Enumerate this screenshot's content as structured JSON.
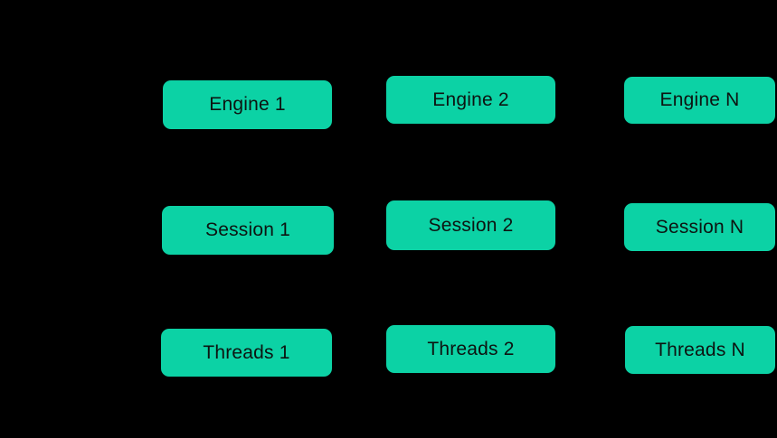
{
  "diagram": {
    "background_color": "#000000",
    "node_fill_color": "#0cd2a5",
    "node_text_color": "#0d1411",
    "rows": [
      "Engine",
      "Session",
      "Threads"
    ],
    "columns": [
      "1",
      "2",
      "N"
    ]
  },
  "boxes": [
    {
      "id": "engine-1",
      "label": "Engine 1"
    },
    {
      "id": "engine-2",
      "label": "Engine 2"
    },
    {
      "id": "engine-n",
      "label": "Engine N"
    },
    {
      "id": "session-1",
      "label": "Session 1"
    },
    {
      "id": "session-2",
      "label": "Session 2"
    },
    {
      "id": "session-n",
      "label": "Session N"
    },
    {
      "id": "threads-1",
      "label": "Threads 1"
    },
    {
      "id": "threads-2",
      "label": "Threads 2"
    },
    {
      "id": "threads-n",
      "label": "Threads N"
    }
  ]
}
